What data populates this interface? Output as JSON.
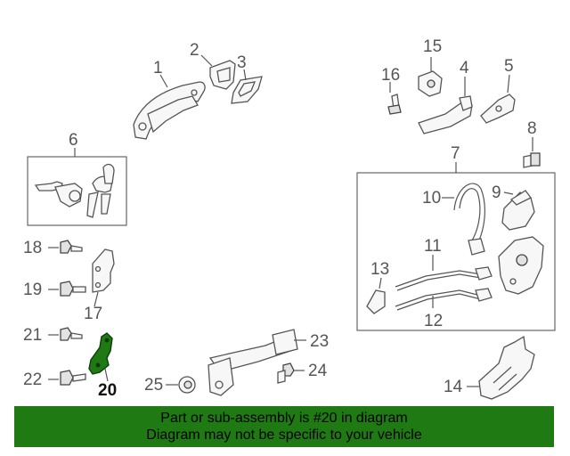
{
  "callouts": {
    "c1": "1",
    "c2": "2",
    "c3": "3",
    "c4": "4",
    "c5": "5",
    "c6": "6",
    "c7": "7",
    "c8": "8",
    "c9": "9",
    "c10": "10",
    "c11": "11",
    "c12": "12",
    "c13": "13",
    "c14": "14",
    "c15": "15",
    "c16": "16",
    "c17": "17",
    "c18": "18",
    "c19": "19",
    "c20": "20",
    "c21": "21",
    "c22": "22",
    "c23": "23",
    "c24": "24",
    "c25": "25"
  },
  "highlight_part": "20",
  "colors": {
    "highlight": "#1f7a14",
    "banner": "#1f7a14",
    "line": "#555555"
  },
  "footer": {
    "line1": "Part or sub-assembly is #20 in diagram",
    "line2": "Diagram may not be specific to your vehicle"
  }
}
